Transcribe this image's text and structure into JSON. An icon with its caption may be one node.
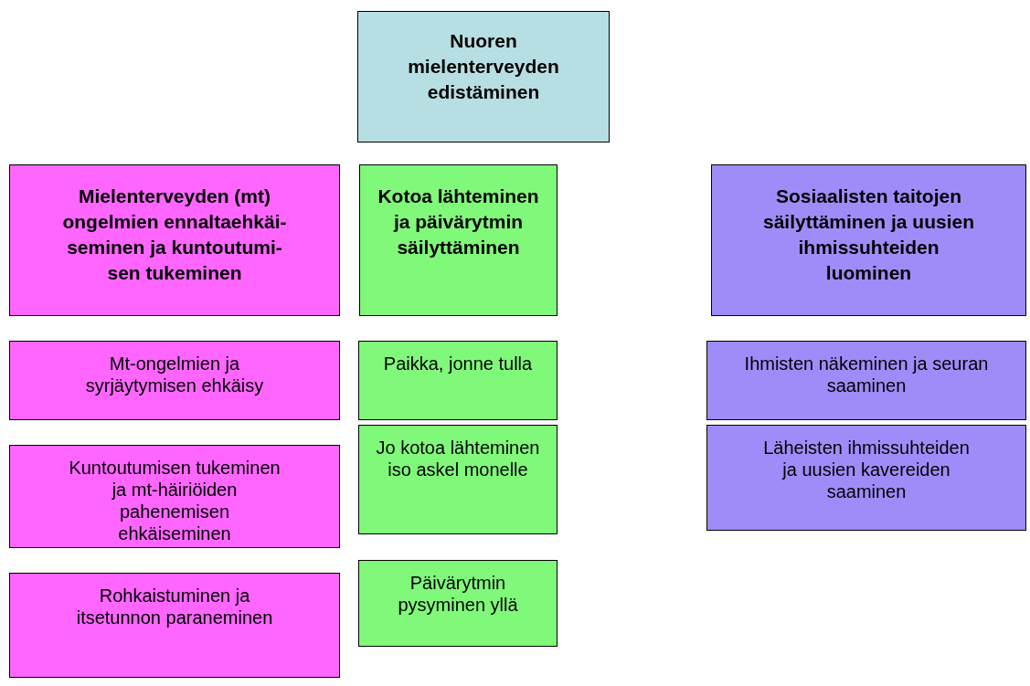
{
  "diagram": {
    "nodes": [
      {
        "text": [
          "Nuoren mielenterveyden edistäminen"
        ]
      },
      {
        "text": [
          "Mielenterveyden (mt) ongelmien ennaltaehkäi-seminen ja kuntoutumi-sen tukeminen"
        ]
      },
      {
        "text": [
          "Kotoa lähteminen ja päivärytmin säilyttäminen"
        ]
      },
      {
        "text": [
          "Sosiaalisten taitojen säilyttäminen ja uusien ihmissuhteiden luominen"
        ]
      },
      {
        "text": [
          "Mt-ongelmien ja syrjäytymisen ehkäisy"
        ]
      },
      {
        "text": [
          "Paikka, jonne tulla"
        ]
      },
      {
        "text": [
          "Ihmisten näkeminen ja seuran saaminen"
        ]
      },
      {
        "text": [
          "Kuntoutumisen tukeminen ja mt-häiriöiden pahenemisen ehkäiseminen"
        ]
      },
      {
        "text": [
          "Jo kotoa lähteminen iso askel monelle"
        ]
      },
      {
        "text": [
          "Läheisten ihmissuhteiden ja uusien kavereiden saaminen"
        ]
      },
      {
        "text": [
          "Rohkaistuminen ja itsetunnon paraneminen"
        ]
      },
      {
        "text": [
          "Päivärytmin pysyminen yllä"
        ]
      }
    ],
    "edges": []
  }
}
